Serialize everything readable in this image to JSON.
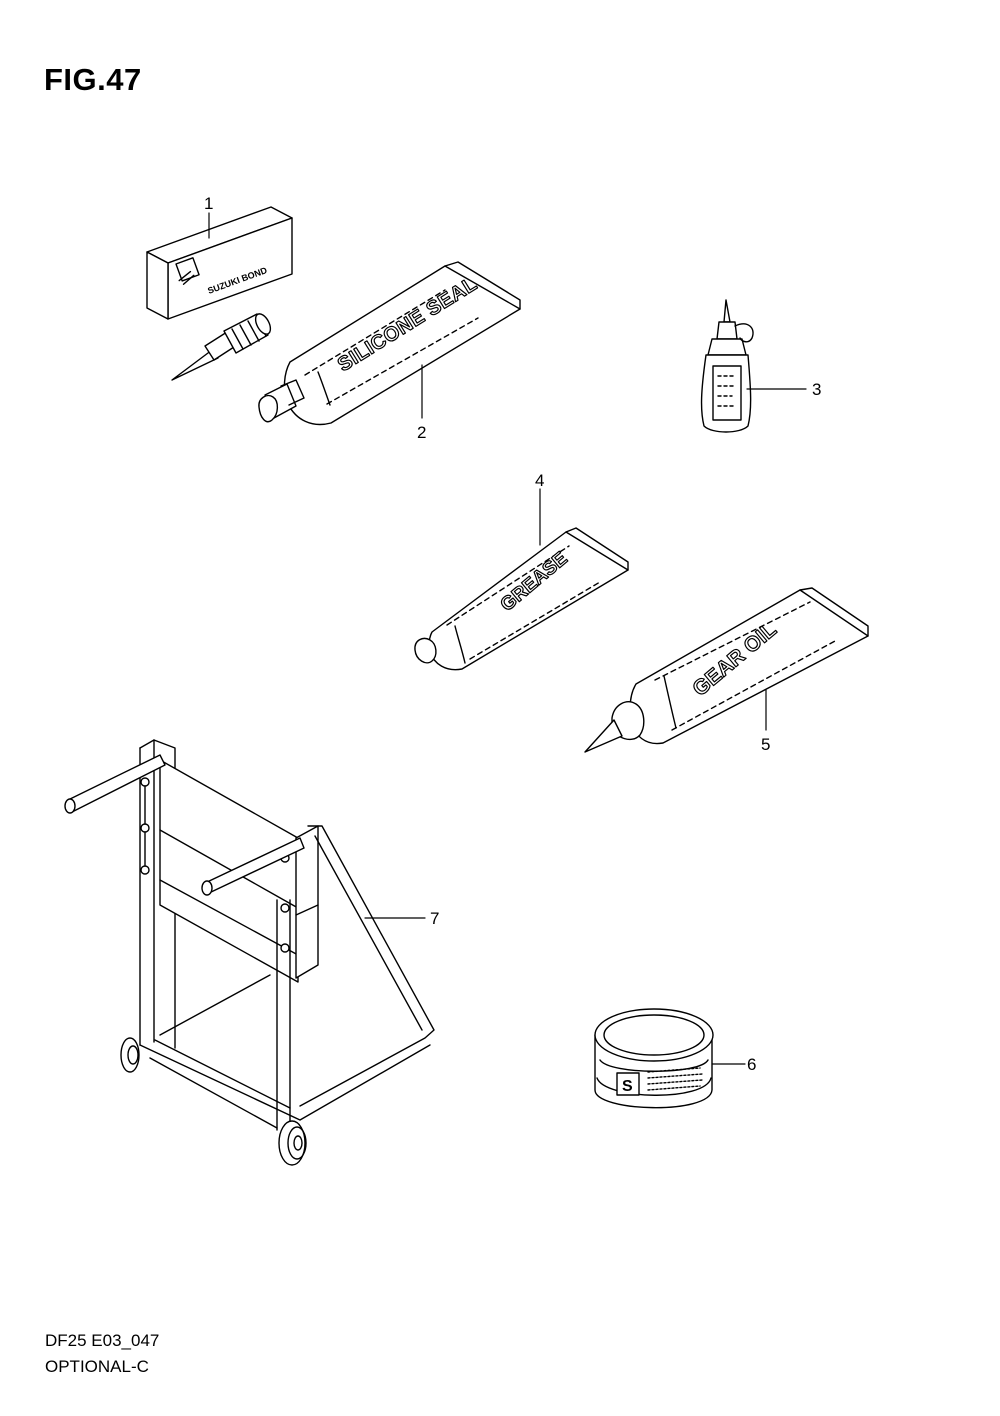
{
  "figure": {
    "title": "FIG.47"
  },
  "callouts": [
    "1",
    "2",
    "3",
    "4",
    "5",
    "6",
    "7"
  ],
  "parts": {
    "bond": {
      "label": "SUZUKI BOND"
    },
    "silicone": {
      "label": "SILICONE SEAL"
    },
    "grease": {
      "label": "GREASE"
    },
    "gear_oil": {
      "label": "GEAR OIL"
    },
    "can": {
      "logo": "S"
    }
  },
  "footer": {
    "code": "DF25 E03_047",
    "name": "OPTIONAL-C"
  }
}
